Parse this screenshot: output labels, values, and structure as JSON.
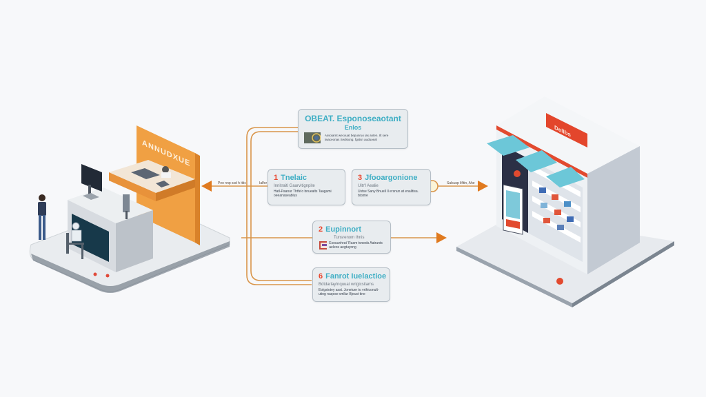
{
  "diagram": {
    "accent_color": "#e07a1f",
    "title_color": "#3eaec4",
    "number_color": "#e8472f",
    "left_scene": {
      "label": "Office service desk",
      "sign_text": "ANNUDXUE"
    },
    "right_scene": {
      "label": "Retail store",
      "sign_text": "Dellbs"
    },
    "center_card": {
      "title_line1": "OBEAT. Esponoseaotant",
      "title_line2": "Enlos",
      "description": "Assoiarnt wecouat bepunruo ias anten. Ilt sere twaceonas Sedsiong. fgstsn auduoeal"
    },
    "steps": [
      {
        "number": "1",
        "title": "Tnelaic",
        "subtitle": "Innitraiti Gaarvitignpite",
        "description": "Hatl-Paanur Thtfe'o bnuealts Taagami oeeanaseablus"
      },
      {
        "number": "3",
        "title": "Jfooargonione",
        "subtitle": "Uitr'l Aealie",
        "description": "Ustse Sany Bnuell Il ersnun at enalltisa. tstsme"
      },
      {
        "number": "2",
        "title": "Eupinnort",
        "subtitle": "Tunsrenom Ihnis",
        "description": "Esouunhrat' Rasm twseds Aatrunts aeleos aegtuyong"
      },
      {
        "number": "6",
        "title": "Fanrot Iuelactioe",
        "subtitle": "Bdtdarlay/nquuat wrtgicsitams",
        "description": "Eolgstotey asst. Jonetuer to vrthiconult-uting naqose wnllur Bjeust tine"
      }
    ],
    "flow_labels": {
      "left_arrow_a": "Peo nnp ssd h ittic",
      "left_arrow_b": "Ialfor",
      "right_arrow": "Salsusp lifitin, Ahe"
    }
  }
}
